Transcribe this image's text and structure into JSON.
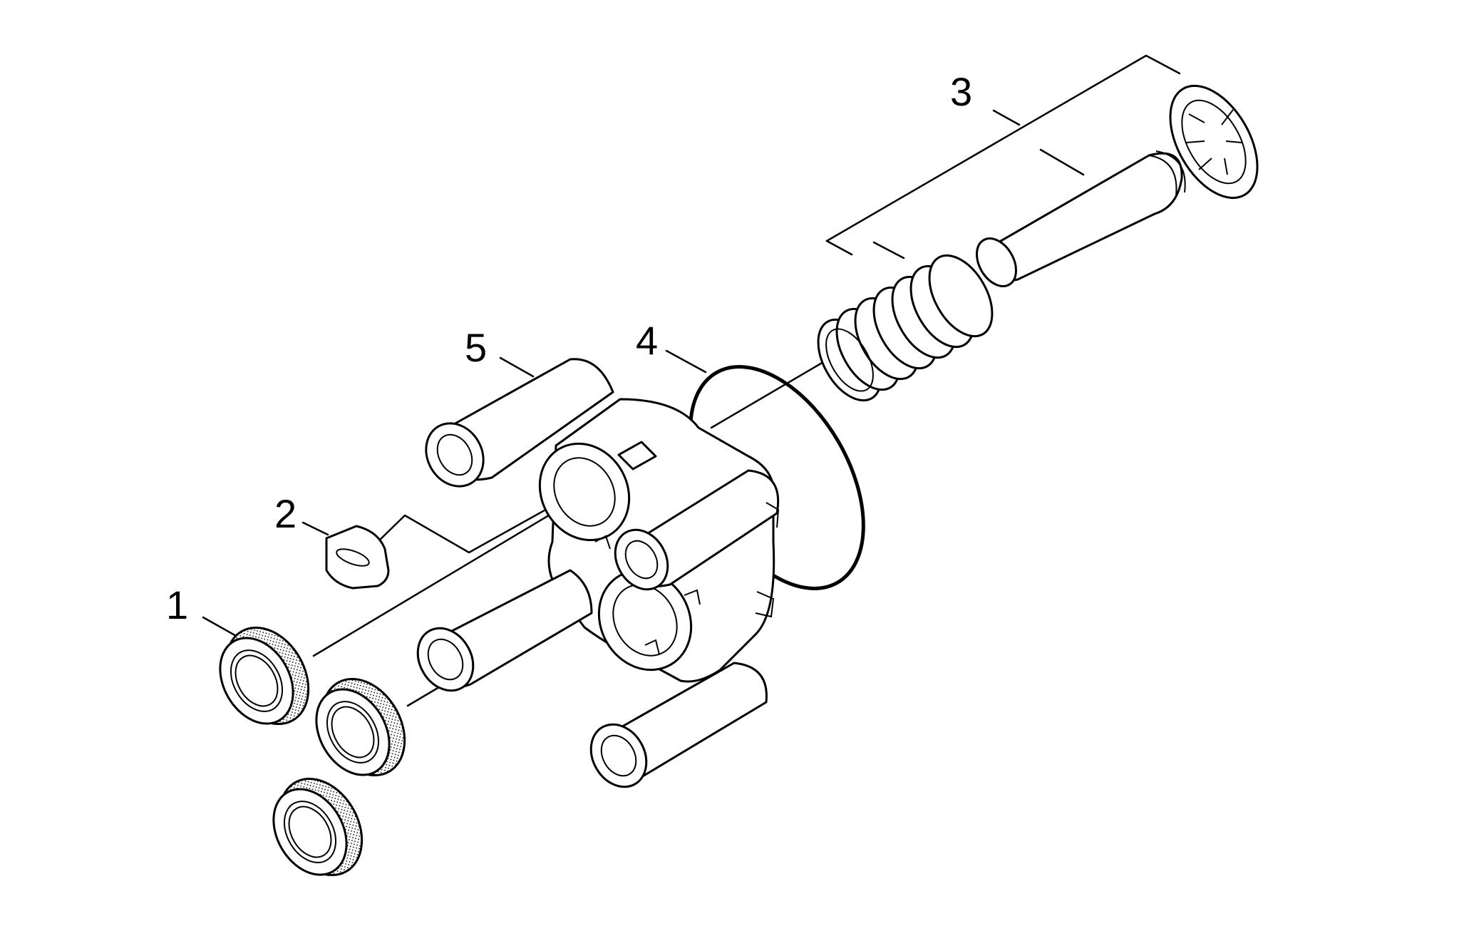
{
  "diagram": {
    "callouts": [
      {
        "id": "1",
        "label": "1"
      },
      {
        "id": "2",
        "label": "2"
      },
      {
        "id": "3",
        "label": "3"
      },
      {
        "id": "4",
        "label": "4"
      },
      {
        "id": "5",
        "label": "5"
      }
    ],
    "colors": {
      "ink": "#000000",
      "background": "#ffffff"
    }
  }
}
